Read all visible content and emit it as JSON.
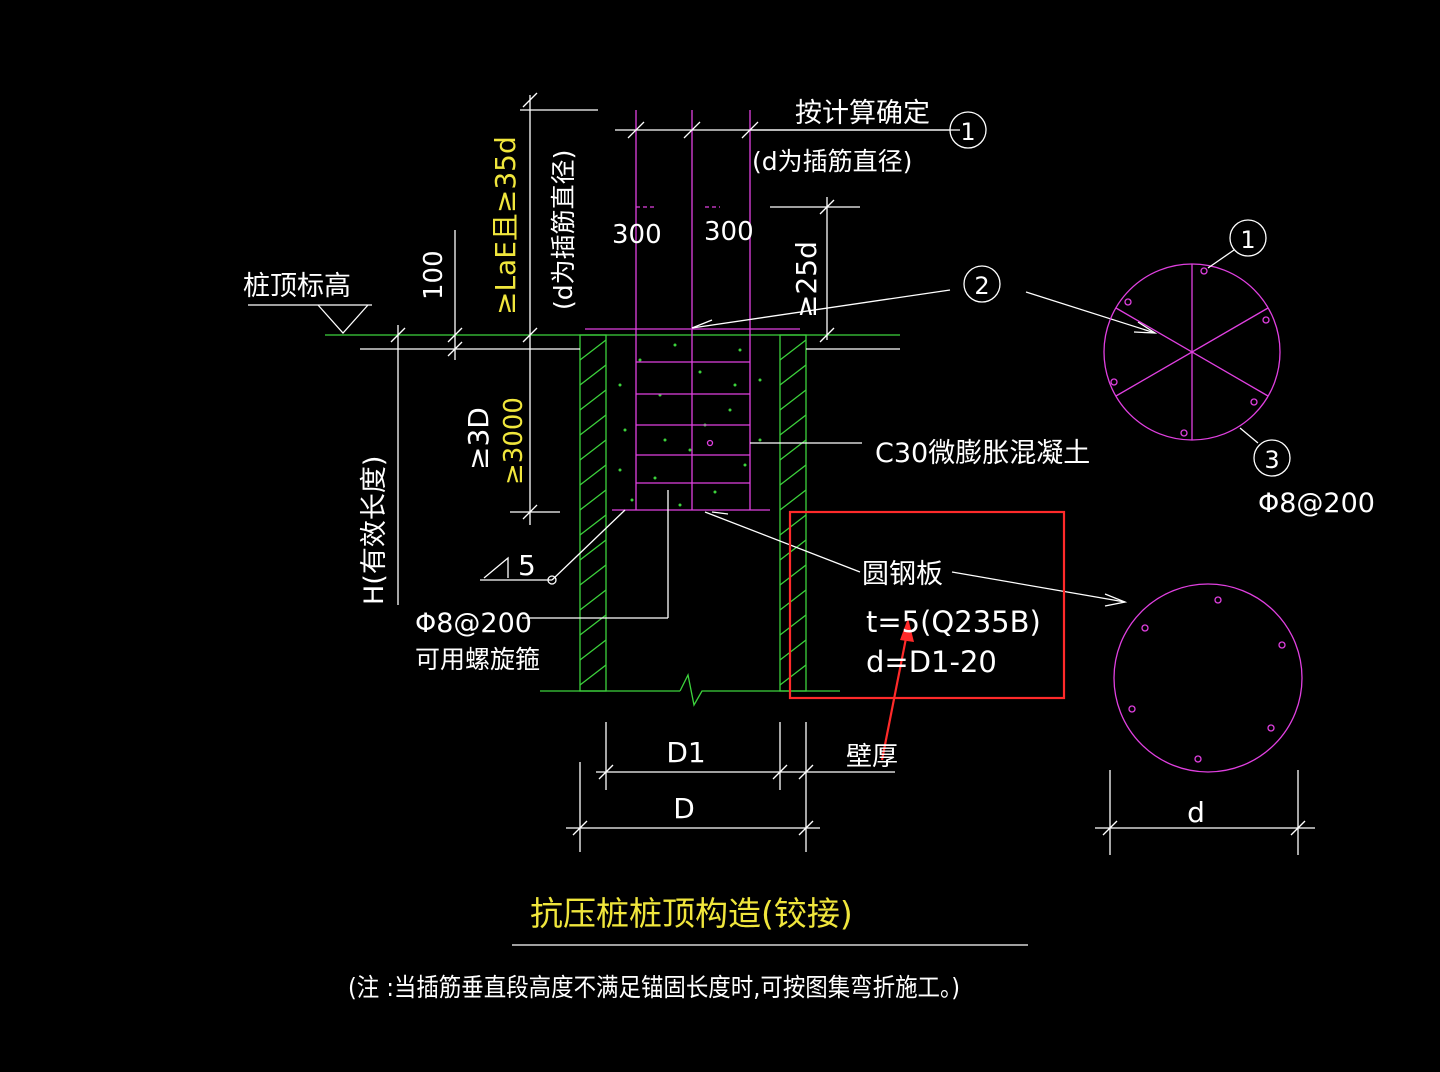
{
  "labels": {
    "design_note": "按计算确定",
    "d_note_top": "(d为插筋直径)",
    "d_note_vertical": "(d为插筋直径)",
    "anchor_length": "≥LaE且≥35d",
    "spacing_left": "300",
    "spacing_right": "300",
    "min_25d": "≥25d",
    "pile_top_elev": "桩顶标高",
    "dim_100": "100",
    "min_3d": "≥3D",
    "min_3000": "≥3000",
    "h_length": "H(有效长度)",
    "weld_5": "5",
    "stirrup": "Φ8@200",
    "spiral_note": "可用螺旋箍",
    "concrete": "C30微膨胀混凝土",
    "plate_title": "圆钢板",
    "plate_t": "t=5(Q235B)",
    "plate_d": "d=D1-20",
    "wall_thickness": "壁厚",
    "dim_D1": "D1",
    "dim_D": "D",
    "dim_d": "d",
    "stirrup_right": "Φ8@200",
    "drawing_title": "抗压桩桩顶构造(铰接)",
    "footnote": "(注 :当插筋垂直段高度不满足锚固长度时,可按图集弯折施工。)"
  },
  "callouts": [
    "1",
    "2",
    "1",
    "3"
  ],
  "colors": {
    "background": "#000000",
    "lines": "#ffffff",
    "rebar": "#e040e0",
    "concrete_hatch": "#3cd23c",
    "accent_text": "#f0e63c",
    "highlight": "#ff2a2a"
  }
}
